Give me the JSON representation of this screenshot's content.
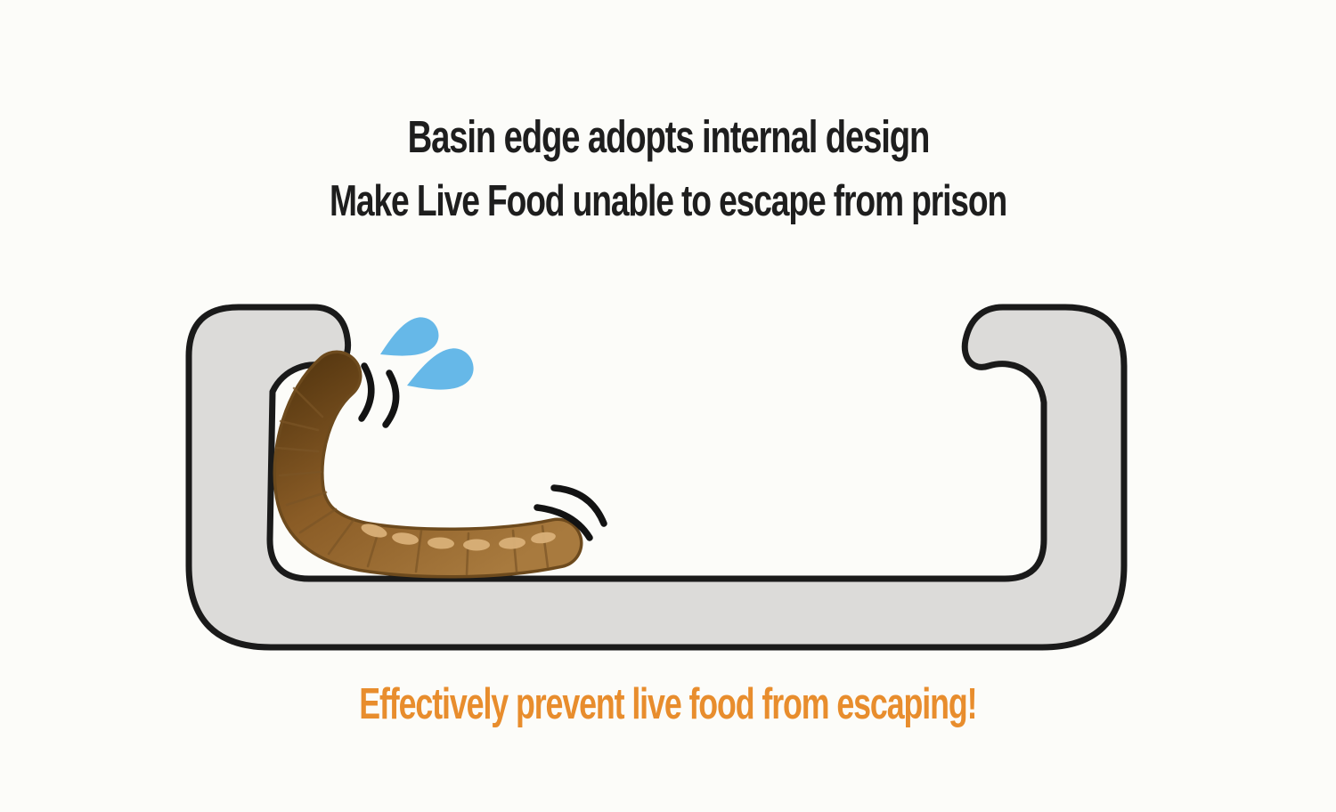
{
  "page": {
    "background_color": "#fcfcf9"
  },
  "headline": {
    "line1": "Basin edge adopts internal design",
    "line2": "Make Live Food unable to escape from prison",
    "text_color": "#1e1e1e"
  },
  "caption": {
    "text": "Effectively prevent live food from escaping!",
    "text_color": "#e88d2d"
  },
  "diagram": {
    "description": "Cross-section of a feeding basin whose rim curls inward so live food (a mealworm) cannot climb out",
    "basin": {
      "fill_color": "#dcdbd9",
      "outline_color": "#1a1a1a"
    },
    "worm": {
      "head_color": "#5a3a12",
      "body_color_mid": "#8a5c26",
      "tail_color": "#a87a3e",
      "outline_color": "#6d4a1d",
      "segment_line_color": "#7b5526",
      "spot_color": "#d9b078"
    },
    "sweat_droplets": {
      "color": "#66b8e8",
      "count": 2
    },
    "motion_lines": {
      "color": "#131313",
      "count": 4
    }
  }
}
